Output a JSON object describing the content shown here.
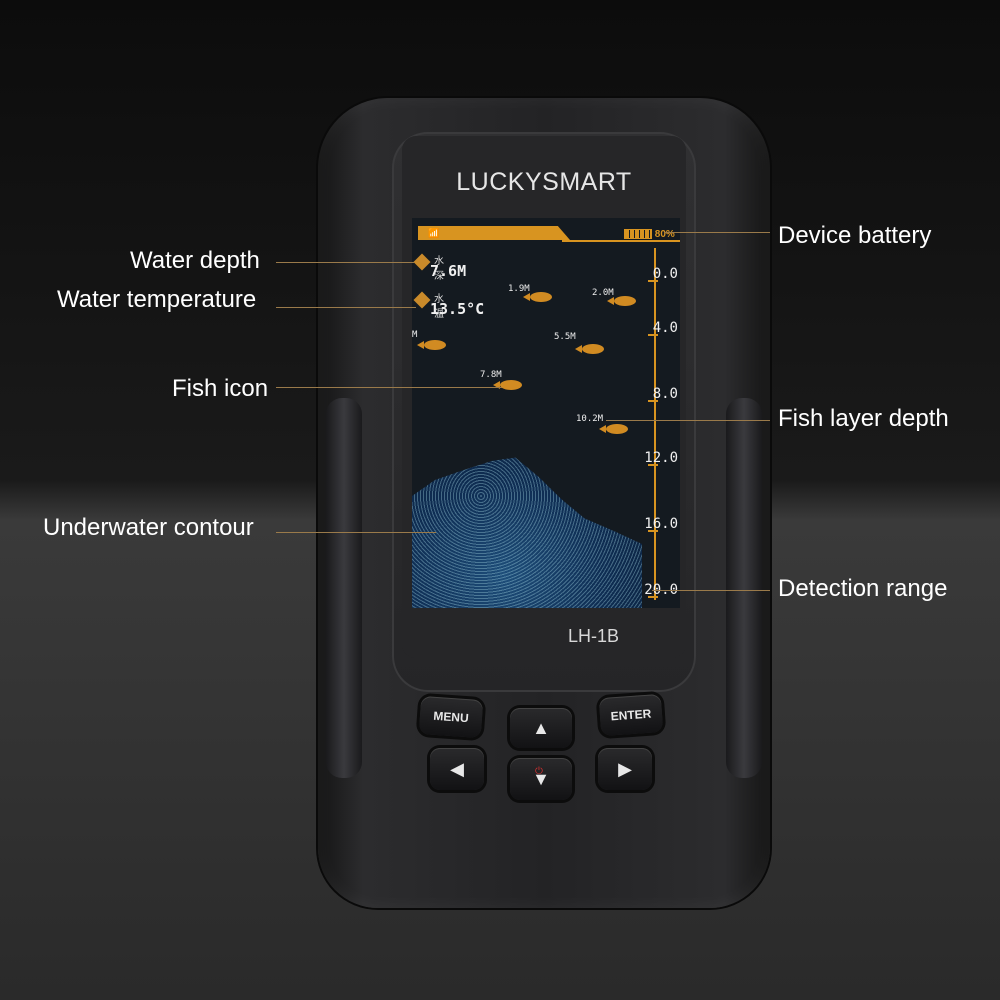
{
  "device": {
    "brand": "LUCKYSMART",
    "model": "LH-1B",
    "screen": {
      "battery": "80%",
      "water_depth": {
        "label": "水深",
        "value": "7.6M"
      },
      "water_temperature": {
        "label": "水温",
        "value": "13.5°C"
      },
      "scale": [
        "0.0",
        "4.0",
        "8.0",
        "12.0",
        "16.0",
        "20.0"
      ],
      "fish": [
        {
          "depth": "1.9M"
        },
        {
          "depth": "2.0M"
        },
        {
          "depth": "M"
        },
        {
          "depth": "5.5M"
        },
        {
          "depth": "7.8M"
        },
        {
          "depth": "10.2M"
        }
      ]
    },
    "buttons": {
      "menu": "MENU",
      "enter": "ENTER",
      "up": "▲",
      "down": "▼",
      "left": "◀",
      "right": "▶"
    }
  },
  "callouts": {
    "water_depth": "Water depth",
    "water_temperature": "Water temperature",
    "fish_icon": "Fish icon",
    "underwater_contour": "Underwater contour",
    "device_battery": "Device battery",
    "fish_layer_depth": "Fish layer depth",
    "detection_range": "Detection range"
  },
  "colors": {
    "accent": "#d89420",
    "fish": "#d18b22",
    "background": "#1a1a1a"
  }
}
